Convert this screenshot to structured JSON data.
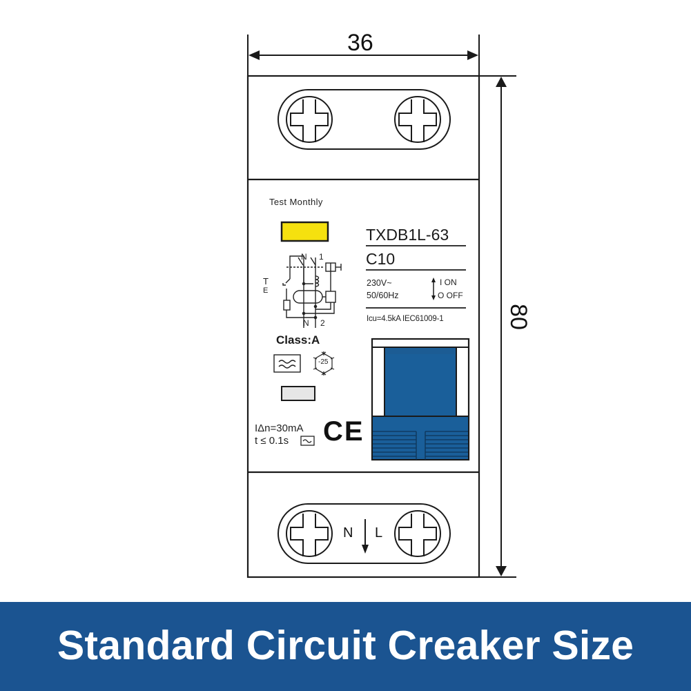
{
  "dimensions": {
    "width_label": "36",
    "height_label": "80"
  },
  "device": {
    "test_label": "Test Monthly",
    "model": "TXDB1L-63",
    "rating": "C10",
    "voltage": "230V~",
    "frequency": "50/60Hz",
    "on_label": "I ON",
    "off_label": "O OFF",
    "icu": "Icu=4.5kA IEC61009-1",
    "class_label": "Class:A",
    "temperature": "-25",
    "residual_current": "IΔn=30mA",
    "trip_time": "t ≤ 0.1s",
    "ce_mark": "CE",
    "schematic": {
      "n_top": "N",
      "pole_top": "1",
      "test_t": "T",
      "test_e": "E",
      "n_bottom": "N",
      "pole_bottom": "2"
    },
    "terminal_n": "N",
    "terminal_l": "L"
  },
  "colors": {
    "test_button": "#f5e10f",
    "toggle_blue": "#1a5f9a",
    "banner_blue": "#1b5491",
    "line": "#1a1a1a"
  },
  "banner": {
    "text": "Standard Circuit Creaker Size"
  }
}
